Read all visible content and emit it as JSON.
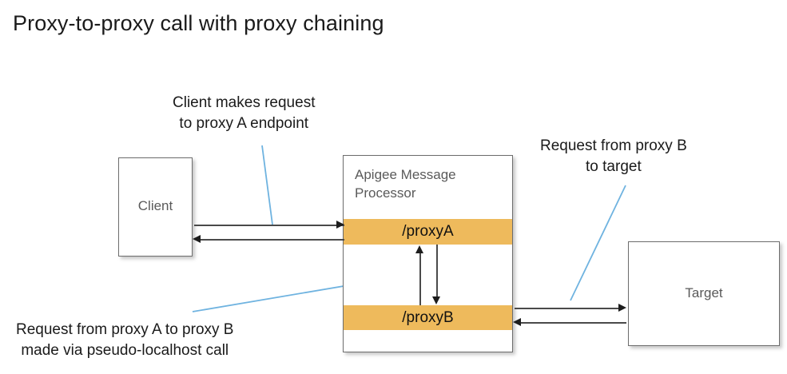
{
  "title": "Proxy-to-proxy call with proxy chaining",
  "nodes": {
    "client": {
      "label": "Client"
    },
    "target": {
      "label": "Target"
    },
    "message_processor": {
      "title_line1": "Apigee Message",
      "title_line2": "Processor",
      "proxy_a": "/proxyA",
      "proxy_b": "/proxyB"
    }
  },
  "annotations": {
    "client_request": {
      "line1": "Client makes request",
      "line2": "to proxy A endpoint"
    },
    "target_request": {
      "line1": "Request from proxy B",
      "line2": "to target"
    },
    "chaining": {
      "line1": "Request from proxy A to proxy B",
      "line2": "made via pseudo-localhost call"
    }
  },
  "colors": {
    "proxy_band": "#eeba5c",
    "leader_line": "#6fb3e0",
    "arrow": "#4a4a4a",
    "box_border": "#6d6d6d",
    "box_label_text": "#5a5a5a",
    "title_text": "#1a1a1a",
    "background": "#ffffff"
  }
}
